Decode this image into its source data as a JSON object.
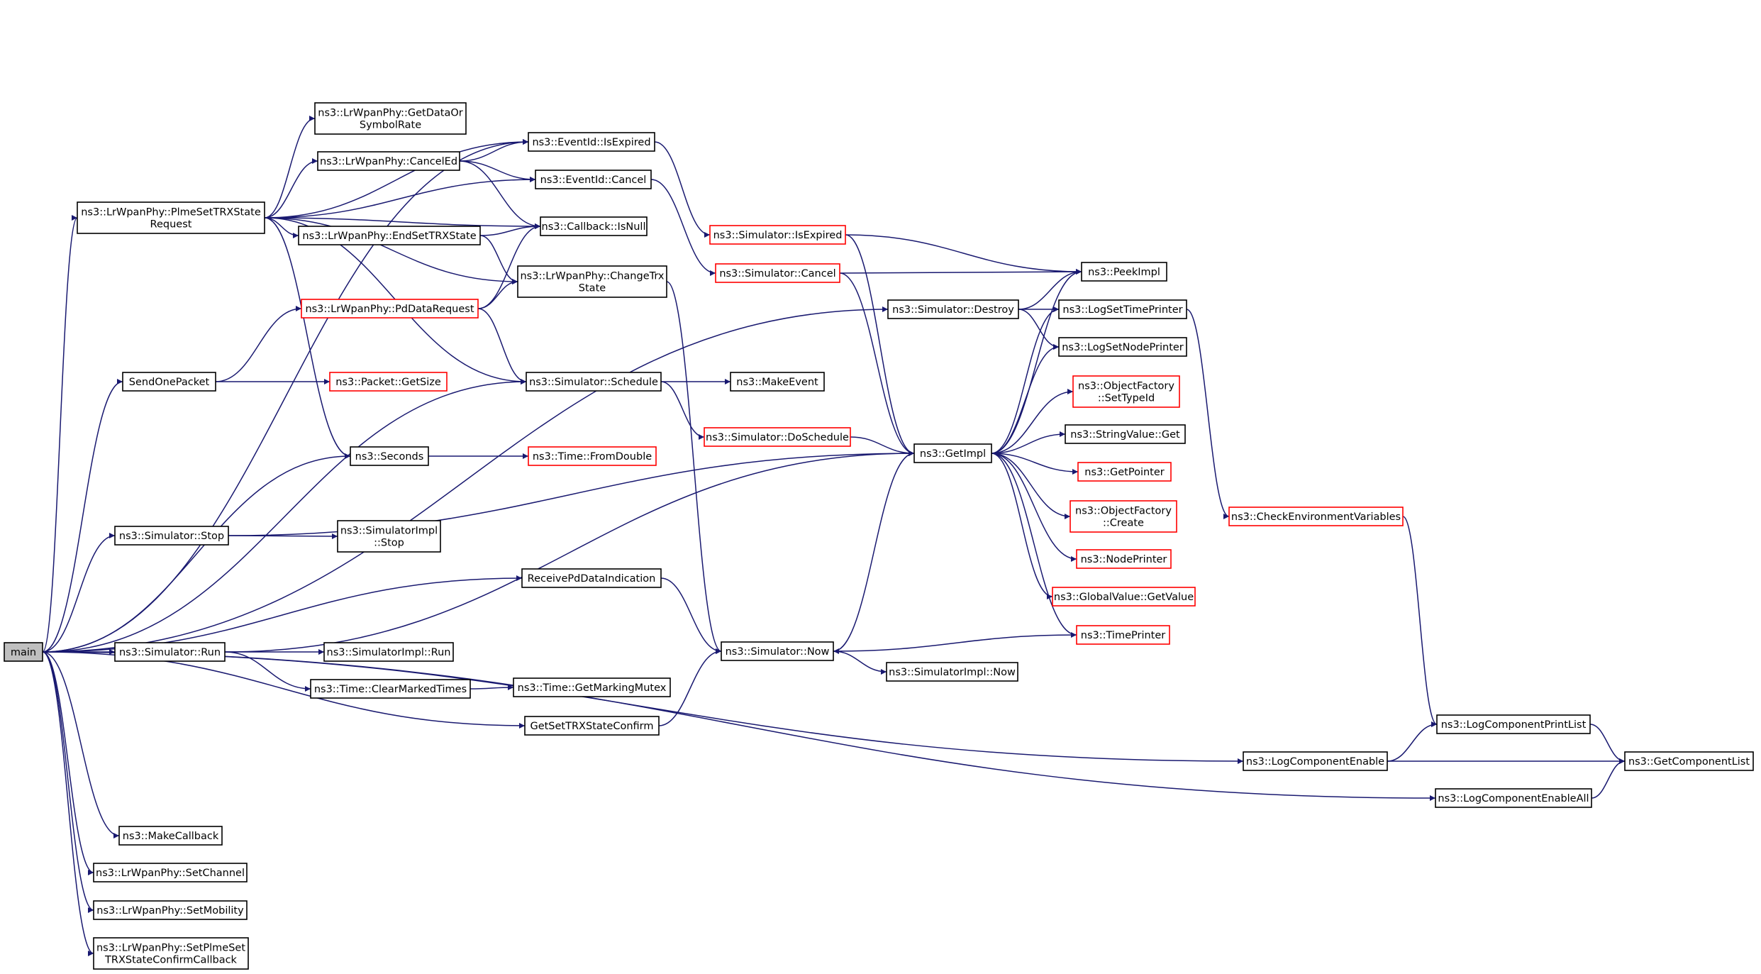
{
  "nodes": [
    {
      "id": "main",
      "lines": [
        "main"
      ],
      "border": "selected"
    },
    {
      "id": "plmeSetTRXStateRequest",
      "lines": [
        "ns3::LrWpanPhy::PlmeSetTRXState",
        "Request"
      ],
      "border": "black"
    },
    {
      "id": "sendOnePacket",
      "lines": [
        "SendOnePacket"
      ],
      "border": "black"
    },
    {
      "id": "seconds",
      "lines": [
        "ns3::Seconds"
      ],
      "border": "black"
    },
    {
      "id": "simulatorStop",
      "lines": [
        "ns3::Simulator::Stop"
      ],
      "border": "black"
    },
    {
      "id": "simulatorRun",
      "lines": [
        "ns3::Simulator::Run"
      ],
      "border": "black"
    },
    {
      "id": "makeCallback",
      "lines": [
        "ns3::MakeCallback"
      ],
      "border": "black"
    },
    {
      "id": "setChannel",
      "lines": [
        "ns3::LrWpanPhy::SetChannel"
      ],
      "border": "black"
    },
    {
      "id": "setMobility",
      "lines": [
        "ns3::LrWpanPhy::SetMobility"
      ],
      "border": "black"
    },
    {
      "id": "setPlmeCallback",
      "lines": [
        "ns3::LrWpanPhy::SetPlmeSet",
        "TRXStateConfirmCallback"
      ],
      "border": "black"
    },
    {
      "id": "getDataOrSymbolRate",
      "lines": [
        "ns3::LrWpanPhy::GetDataOr",
        "SymbolRate"
      ],
      "border": "black"
    },
    {
      "id": "cancelEd",
      "lines": [
        "ns3::LrWpanPhy::CancelEd"
      ],
      "border": "black"
    },
    {
      "id": "endSetTRXState",
      "lines": [
        "ns3::LrWpanPhy::EndSetTRXState"
      ],
      "border": "black"
    },
    {
      "id": "pdDataRequest",
      "lines": [
        "ns3::LrWpanPhy::PdDataRequest"
      ],
      "border": "red"
    },
    {
      "id": "packetGetSize",
      "lines": [
        "ns3::Packet::GetSize"
      ],
      "border": "red"
    },
    {
      "id": "simImplStop",
      "lines": [
        "ns3::SimulatorImpl",
        "::Stop"
      ],
      "border": "black"
    },
    {
      "id": "simImplRun",
      "lines": [
        "ns3::SimulatorImpl::Run"
      ],
      "border": "black"
    },
    {
      "id": "clearMarkedTimes",
      "lines": [
        "ns3::Time::ClearMarkedTimes"
      ],
      "border": "black"
    },
    {
      "id": "eventIdIsExpired",
      "lines": [
        "ns3::EventId::IsExpired"
      ],
      "border": "black"
    },
    {
      "id": "eventIdCancel",
      "lines": [
        "ns3::EventId::Cancel"
      ],
      "border": "black"
    },
    {
      "id": "callbackIsNull",
      "lines": [
        "ns3::Callback::IsNull"
      ],
      "border": "black"
    },
    {
      "id": "changeTrxState",
      "lines": [
        "ns3::LrWpanPhy::ChangeTrx",
        "State"
      ],
      "border": "black"
    },
    {
      "id": "simulatorSchedule",
      "lines": [
        "ns3::Simulator::Schedule"
      ],
      "border": "black"
    },
    {
      "id": "timeFromDouble",
      "lines": [
        "ns3::Time::FromDouble"
      ],
      "border": "red"
    },
    {
      "id": "receivePdDataIndication",
      "lines": [
        "ReceivePdDataIndication"
      ],
      "border": "black"
    },
    {
      "id": "getMarkingMutex",
      "lines": [
        "ns3::Time::GetMarkingMutex"
      ],
      "border": "black"
    },
    {
      "id": "getSetTRXStateConfirm",
      "lines": [
        "GetSetTRXStateConfirm"
      ],
      "border": "black"
    },
    {
      "id": "simulatorIsExpired",
      "lines": [
        "ns3::Simulator::IsExpired"
      ],
      "border": "red"
    },
    {
      "id": "simulatorCancel",
      "lines": [
        "ns3::Simulator::Cancel"
      ],
      "border": "red"
    },
    {
      "id": "makeEvent",
      "lines": [
        "ns3::MakeEvent"
      ],
      "border": "black"
    },
    {
      "id": "simulatorDoSchedule",
      "lines": [
        "ns3::Simulator::DoSchedule"
      ],
      "border": "red"
    },
    {
      "id": "simulatorNow",
      "lines": [
        "ns3::Simulator::Now"
      ],
      "border": "black"
    },
    {
      "id": "simulatorDestroy",
      "lines": [
        "ns3::Simulator::Destroy"
      ],
      "border": "black"
    },
    {
      "id": "getImpl",
      "lines": [
        "ns3::GetImpl"
      ],
      "border": "black"
    },
    {
      "id": "simImplNow",
      "lines": [
        "ns3::SimulatorImpl::Now"
      ],
      "border": "black"
    },
    {
      "id": "peekImpl",
      "lines": [
        "ns3::PeekImpl"
      ],
      "border": "black"
    },
    {
      "id": "logSetTimePrinter",
      "lines": [
        "ns3::LogSetTimePrinter"
      ],
      "border": "black"
    },
    {
      "id": "logSetNodePrinter",
      "lines": [
        "ns3::LogSetNodePrinter"
      ],
      "border": "black"
    },
    {
      "id": "objectFactorySetTypeId",
      "lines": [
        "ns3::ObjectFactory",
        "::SetTypeId"
      ],
      "border": "red"
    },
    {
      "id": "stringValueGet",
      "lines": [
        "ns3::StringValue::Get"
      ],
      "border": "black"
    },
    {
      "id": "getPointer",
      "lines": [
        "ns3::GetPointer"
      ],
      "border": "red"
    },
    {
      "id": "objectFactoryCreate",
      "lines": [
        "ns3::ObjectFactory",
        "::Create"
      ],
      "border": "red"
    },
    {
      "id": "nodePrinter",
      "lines": [
        "ns3::NodePrinter"
      ],
      "border": "red"
    },
    {
      "id": "globalValueGetValue",
      "lines": [
        "ns3::GlobalValue::GetValue"
      ],
      "border": "red"
    },
    {
      "id": "timePrinter",
      "lines": [
        "ns3::TimePrinter"
      ],
      "border": "red"
    },
    {
      "id": "checkEnvironmentVariables",
      "lines": [
        "ns3::CheckEnvironmentVariables"
      ],
      "border": "red"
    },
    {
      "id": "logComponentEnable",
      "lines": [
        "ns3::LogComponentEnable"
      ],
      "border": "black"
    },
    {
      "id": "logComponentPrintList",
      "lines": [
        "ns3::LogComponentPrintList"
      ],
      "border": "black"
    },
    {
      "id": "logComponentEnableAll",
      "lines": [
        "ns3::LogComponentEnableAll"
      ],
      "border": "black"
    },
    {
      "id": "getComponentList",
      "lines": [
        "ns3::GetComponentList"
      ],
      "border": "black"
    }
  ],
  "edges": [
    [
      "main",
      "plmeSetTRXStateRequest"
    ],
    [
      "main",
      "sendOnePacket"
    ],
    [
      "main",
      "seconds"
    ],
    [
      "main",
      "simulatorStop"
    ],
    [
      "main",
      "simulatorRun"
    ],
    [
      "main",
      "makeCallback"
    ],
    [
      "main",
      "setChannel"
    ],
    [
      "main",
      "setMobility"
    ],
    [
      "main",
      "setPlmeCallback"
    ],
    [
      "main",
      "simulatorSchedule"
    ],
    [
      "main",
      "simulatorDestroy"
    ],
    [
      "main",
      "receivePdDataIndication"
    ],
    [
      "main",
      "getSetTRXStateConfirm"
    ],
    [
      "main",
      "logComponentEnable"
    ],
    [
      "main",
      "logComponentEnableAll"
    ],
    [
      "main",
      "eventIdIsExpired"
    ],
    [
      "plmeSetTRXStateRequest",
      "getDataOrSymbolRate"
    ],
    [
      "plmeSetTRXStateRequest",
      "cancelEd"
    ],
    [
      "plmeSetTRXStateRequest",
      "endSetTRXState"
    ],
    [
      "plmeSetTRXStateRequest",
      "callbackIsNull"
    ],
    [
      "plmeSetTRXStateRequest",
      "changeTrxState"
    ],
    [
      "plmeSetTRXStateRequest",
      "simulatorSchedule"
    ],
    [
      "plmeSetTRXStateRequest",
      "seconds"
    ],
    [
      "plmeSetTRXStateRequest",
      "eventIdIsExpired"
    ],
    [
      "plmeSetTRXStateRequest",
      "eventIdCancel"
    ],
    [
      "cancelEd",
      "eventIdIsExpired"
    ],
    [
      "cancelEd",
      "eventIdCancel"
    ],
    [
      "cancelEd",
      "callbackIsNull"
    ],
    [
      "endSetTRXState",
      "callbackIsNull"
    ],
    [
      "endSetTRXState",
      "changeTrxState"
    ],
    [
      "sendOnePacket",
      "pdDataRequest"
    ],
    [
      "sendOnePacket",
      "packetGetSize"
    ],
    [
      "pdDataRequest",
      "callbackIsNull"
    ],
    [
      "pdDataRequest",
      "changeTrxState"
    ],
    [
      "pdDataRequest",
      "simulatorSchedule"
    ],
    [
      "seconds",
      "timeFromDouble"
    ],
    [
      "simulatorStop",
      "simImplStop"
    ],
    [
      "simulatorStop",
      "getImpl"
    ],
    [
      "simulatorRun",
      "simImplRun"
    ],
    [
      "simulatorRun",
      "clearMarkedTimes"
    ],
    [
      "simulatorRun",
      "getImpl"
    ],
    [
      "clearMarkedTimes",
      "getMarkingMutex"
    ],
    [
      "receivePdDataIndication",
      "simulatorNow"
    ],
    [
      "getSetTRXStateConfirm",
      "simulatorNow"
    ],
    [
      "changeTrxState",
      "simulatorNow"
    ],
    [
      "eventIdIsExpired",
      "simulatorIsExpired"
    ],
    [
      "eventIdCancel",
      "simulatorCancel"
    ],
    [
      "simulatorSchedule",
      "makeEvent"
    ],
    [
      "simulatorSchedule",
      "simulatorDoSchedule"
    ],
    [
      "simulatorDoSchedule",
      "getImpl"
    ],
    [
      "simulatorIsExpired",
      "peekImpl"
    ],
    [
      "simulatorIsExpired",
      "getImpl"
    ],
    [
      "simulatorCancel",
      "peekImpl"
    ],
    [
      "simulatorCancel",
      "getImpl"
    ],
    [
      "simulatorDestroy",
      "peekImpl"
    ],
    [
      "simulatorDestroy",
      "logSetTimePrinter"
    ],
    [
      "simulatorDestroy",
      "logSetNodePrinter"
    ],
    [
      "simulatorNow",
      "getImpl"
    ],
    [
      "simulatorNow",
      "simImplNow"
    ],
    [
      "getImpl",
      "peekImpl"
    ],
    [
      "getImpl",
      "logSetTimePrinter"
    ],
    [
      "getImpl",
      "logSetNodePrinter"
    ],
    [
      "getImpl",
      "objectFactorySetTypeId"
    ],
    [
      "getImpl",
      "stringValueGet"
    ],
    [
      "getImpl",
      "getPointer"
    ],
    [
      "getImpl",
      "objectFactoryCreate"
    ],
    [
      "getImpl",
      "nodePrinter"
    ],
    [
      "getImpl",
      "globalValueGetValue"
    ],
    [
      "getImpl",
      "timePrinter"
    ],
    [
      "timePrinter",
      "simulatorNow"
    ],
    [
      "logSetTimePrinter",
      "checkEnvironmentVariables"
    ],
    [
      "checkEnvironmentVariables",
      "logComponentPrintList"
    ],
    [
      "logComponentEnable",
      "logComponentPrintList"
    ],
    [
      "logComponentEnable",
      "getComponentList"
    ],
    [
      "logComponentPrintList",
      "getComponentList"
    ],
    [
      "logComponentEnableAll",
      "getComponentList"
    ]
  ]
}
